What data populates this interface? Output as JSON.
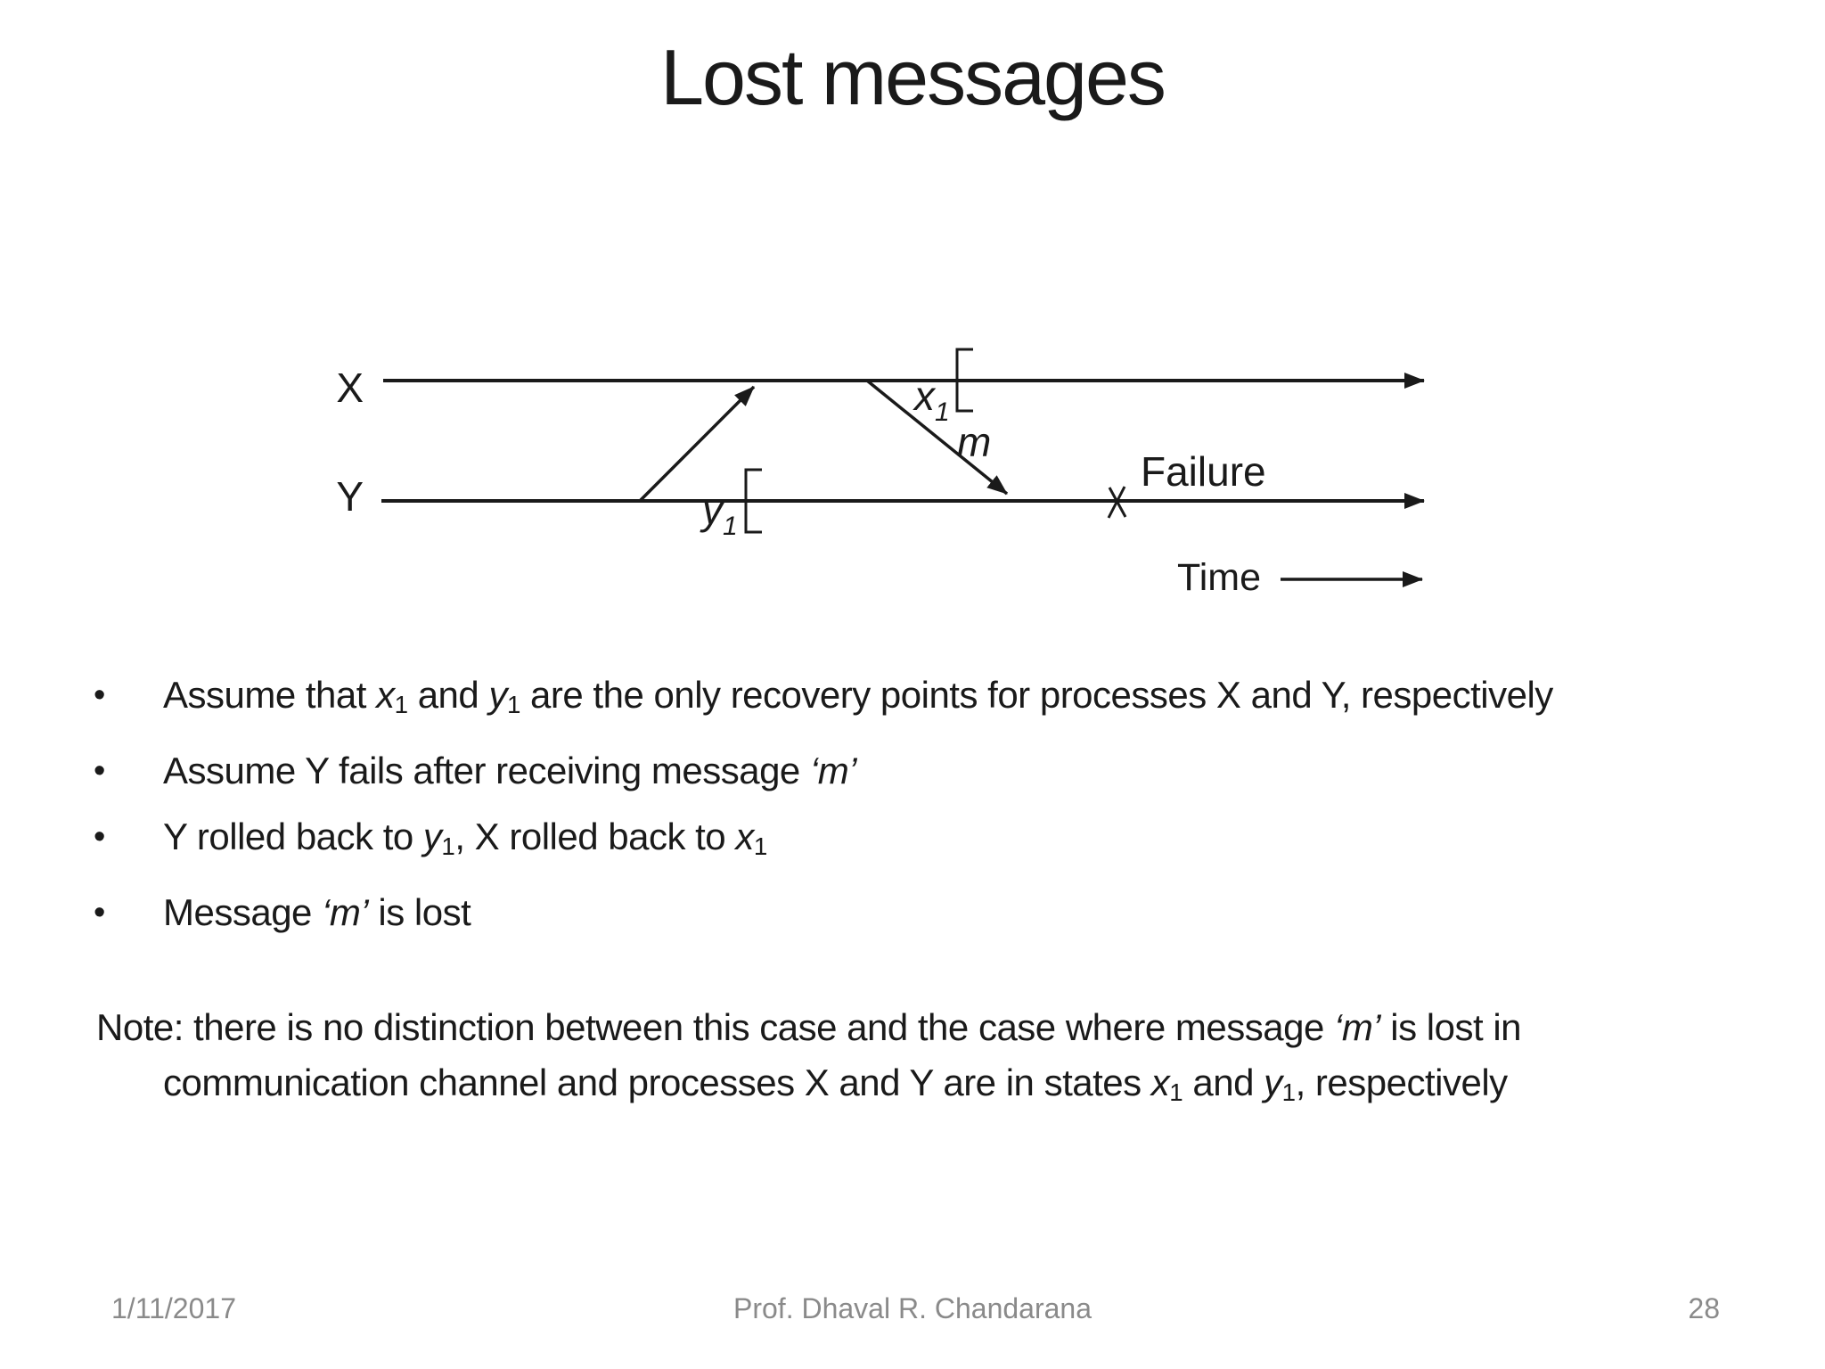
{
  "title": "Lost messages",
  "bullet_glyph": "•",
  "colors": {
    "background": "#ffffff",
    "text": "#1a1a1a",
    "footer_text": "#8a8a8a"
  },
  "icons": {
    "failure_cross": "x-cross-on-timeline",
    "arrowhead": "filled-triangle-right",
    "checkpoint_bracket": "square-bracket-open"
  },
  "diagram": {
    "process_x_label": "X",
    "process_y_label": "Y",
    "checkpoint_x": {
      "base": "x",
      "sub": "1"
    },
    "checkpoint_y": {
      "base": "y",
      "sub": "1"
    },
    "message_label": "m",
    "failure_label": "Failure",
    "time_label": "Time"
  },
  "bullets": [
    {
      "segments": [
        {
          "t": "Assume that "
        },
        {
          "t": "x",
          "c": "i"
        },
        {
          "t": "1",
          "c": "sub"
        },
        {
          "t": " and "
        },
        {
          "t": "y",
          "c": "i"
        },
        {
          "t": "1",
          "c": "sub"
        },
        {
          "t": " are the only recovery points for processes X and Y, respectively"
        }
      ]
    },
    {
      "segments": [
        {
          "t": "Assume Y fails after receiving message "
        },
        {
          "t": "‘m’",
          "c": "i"
        }
      ]
    },
    {
      "segments": [
        {
          "t": "Y rolled back to "
        },
        {
          "t": "y",
          "c": "i"
        },
        {
          "t": "1",
          "c": "sub"
        },
        {
          "t": ", X rolled back to "
        },
        {
          "t": "x",
          "c": "i"
        },
        {
          "t": "1",
          "c": "sub"
        }
      ]
    },
    {
      "segments": [
        {
          "t": "Message "
        },
        {
          "t": "‘m’",
          "c": "i"
        },
        {
          "t": " is lost"
        }
      ]
    }
  ],
  "note": {
    "lines": [
      {
        "segments": [
          {
            "t": "Note: there is no distinction between this case and the case where message "
          },
          {
            "t": "‘m’",
            "c": "i"
          },
          {
            "t": " is lost in"
          }
        ]
      },
      {
        "segments": [
          {
            "t": "communication channel and processes X and Y are in states "
          },
          {
            "t": "x",
            "c": "i"
          },
          {
            "t": "1",
            "c": "sub"
          },
          {
            "t": " and "
          },
          {
            "t": "y",
            "c": "i"
          },
          {
            "t": "1",
            "c": "sub"
          },
          {
            "t": ", respectively"
          }
        ]
      }
    ]
  },
  "footer": {
    "date": "1/11/2017",
    "author": "Prof. Dhaval R. Chandarana",
    "page_number": "28"
  }
}
